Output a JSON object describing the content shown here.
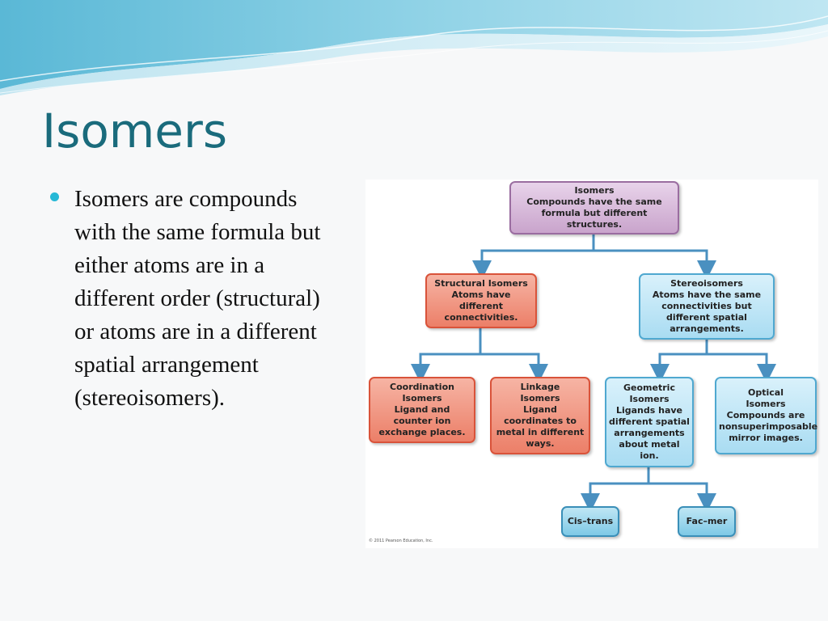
{
  "title": "Isomers",
  "bullet": "Isomers are compounds with the same formula but either atoms are in a different order (structural) or atoms are in a different spatial arrangement (stereoisomers).",
  "diagram": {
    "root": {
      "head": "Isomers",
      "desc": "Compounds have the same formula but different structures."
    },
    "structural": {
      "head": "Structural Isomers",
      "desc": "Atoms have different connectivities."
    },
    "stereo": {
      "head": "Stereoisomers",
      "desc": "Atoms have the same connectivities but different spatial arrangements."
    },
    "coordination": {
      "head": "Coordination Isomers",
      "desc": "Ligand and counter ion exchange places."
    },
    "linkage": {
      "head": "Linkage Isomers",
      "desc": "Ligand coordinates to metal in different ways."
    },
    "geometric": {
      "head": "Geometric Isomers",
      "desc": "Ligands have different spatial arrangements about metal ion."
    },
    "optical": {
      "head": "Optical Isomers",
      "desc": "Compounds are nonsuperimposable mirror images."
    },
    "cistrans": {
      "head": "Cis–trans"
    },
    "facmer": {
      "head": "Fac–mer"
    },
    "caption": "© 2011 Pearson Education, Inc."
  },
  "colors": {
    "title": "#1a6b7c",
    "bullet": "#26b8d6",
    "connector": "#4a90c0"
  }
}
